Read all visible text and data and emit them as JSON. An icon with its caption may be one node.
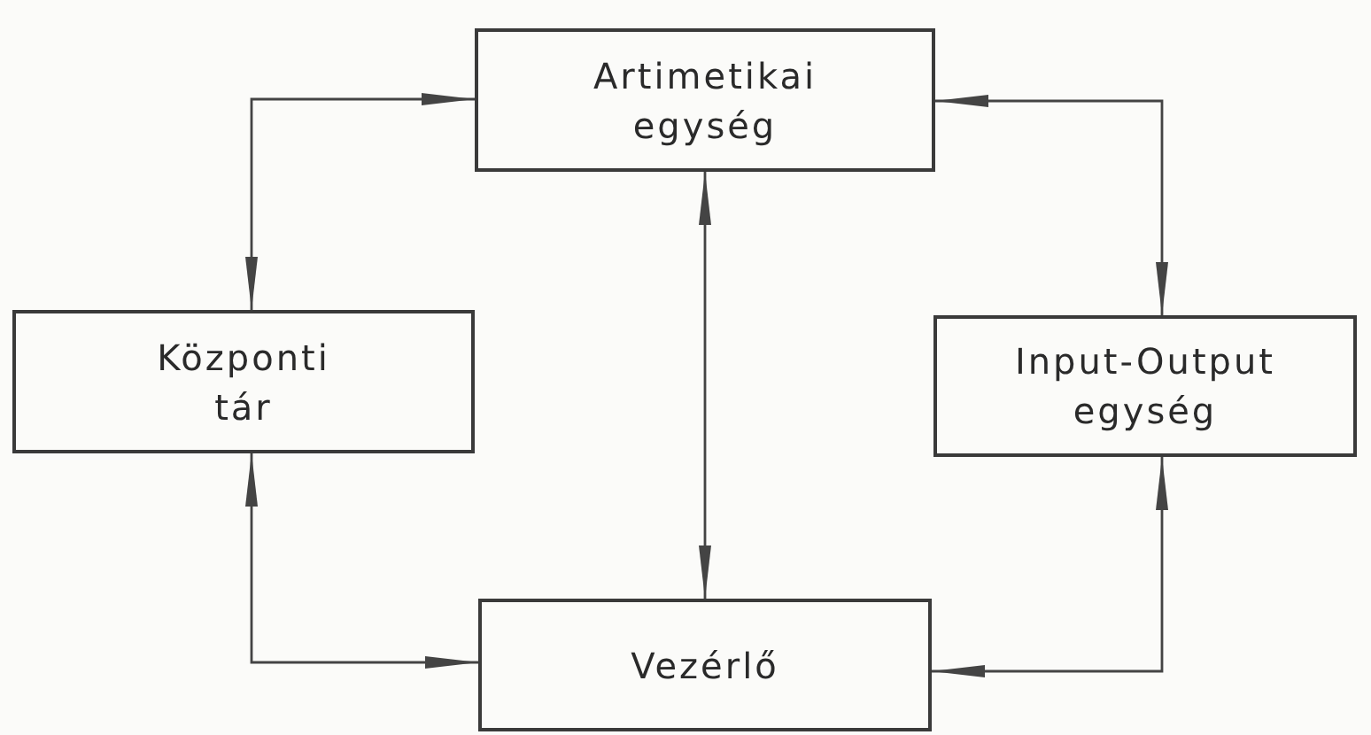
{
  "diagram": {
    "nodes": [
      {
        "text": [
          "Artimetikai egység"
        ]
      },
      {
        "text": [
          "Központi tár"
        ]
      },
      {
        "text": [
          "Input-Output egység"
        ]
      },
      {
        "text": [
          "Vezérlő"
        ]
      }
    ],
    "edges": [
      {
        "from": 1,
        "to": 0,
        "arrow": "both"
      },
      {
        "from": 0,
        "to": 2,
        "arrow": "both"
      },
      {
        "from": 0,
        "to": 3,
        "arrow": "both"
      },
      {
        "from": 1,
        "to": 3,
        "arrow": "both"
      },
      {
        "from": 2,
        "to": 3,
        "arrow": "both"
      }
    ]
  }
}
